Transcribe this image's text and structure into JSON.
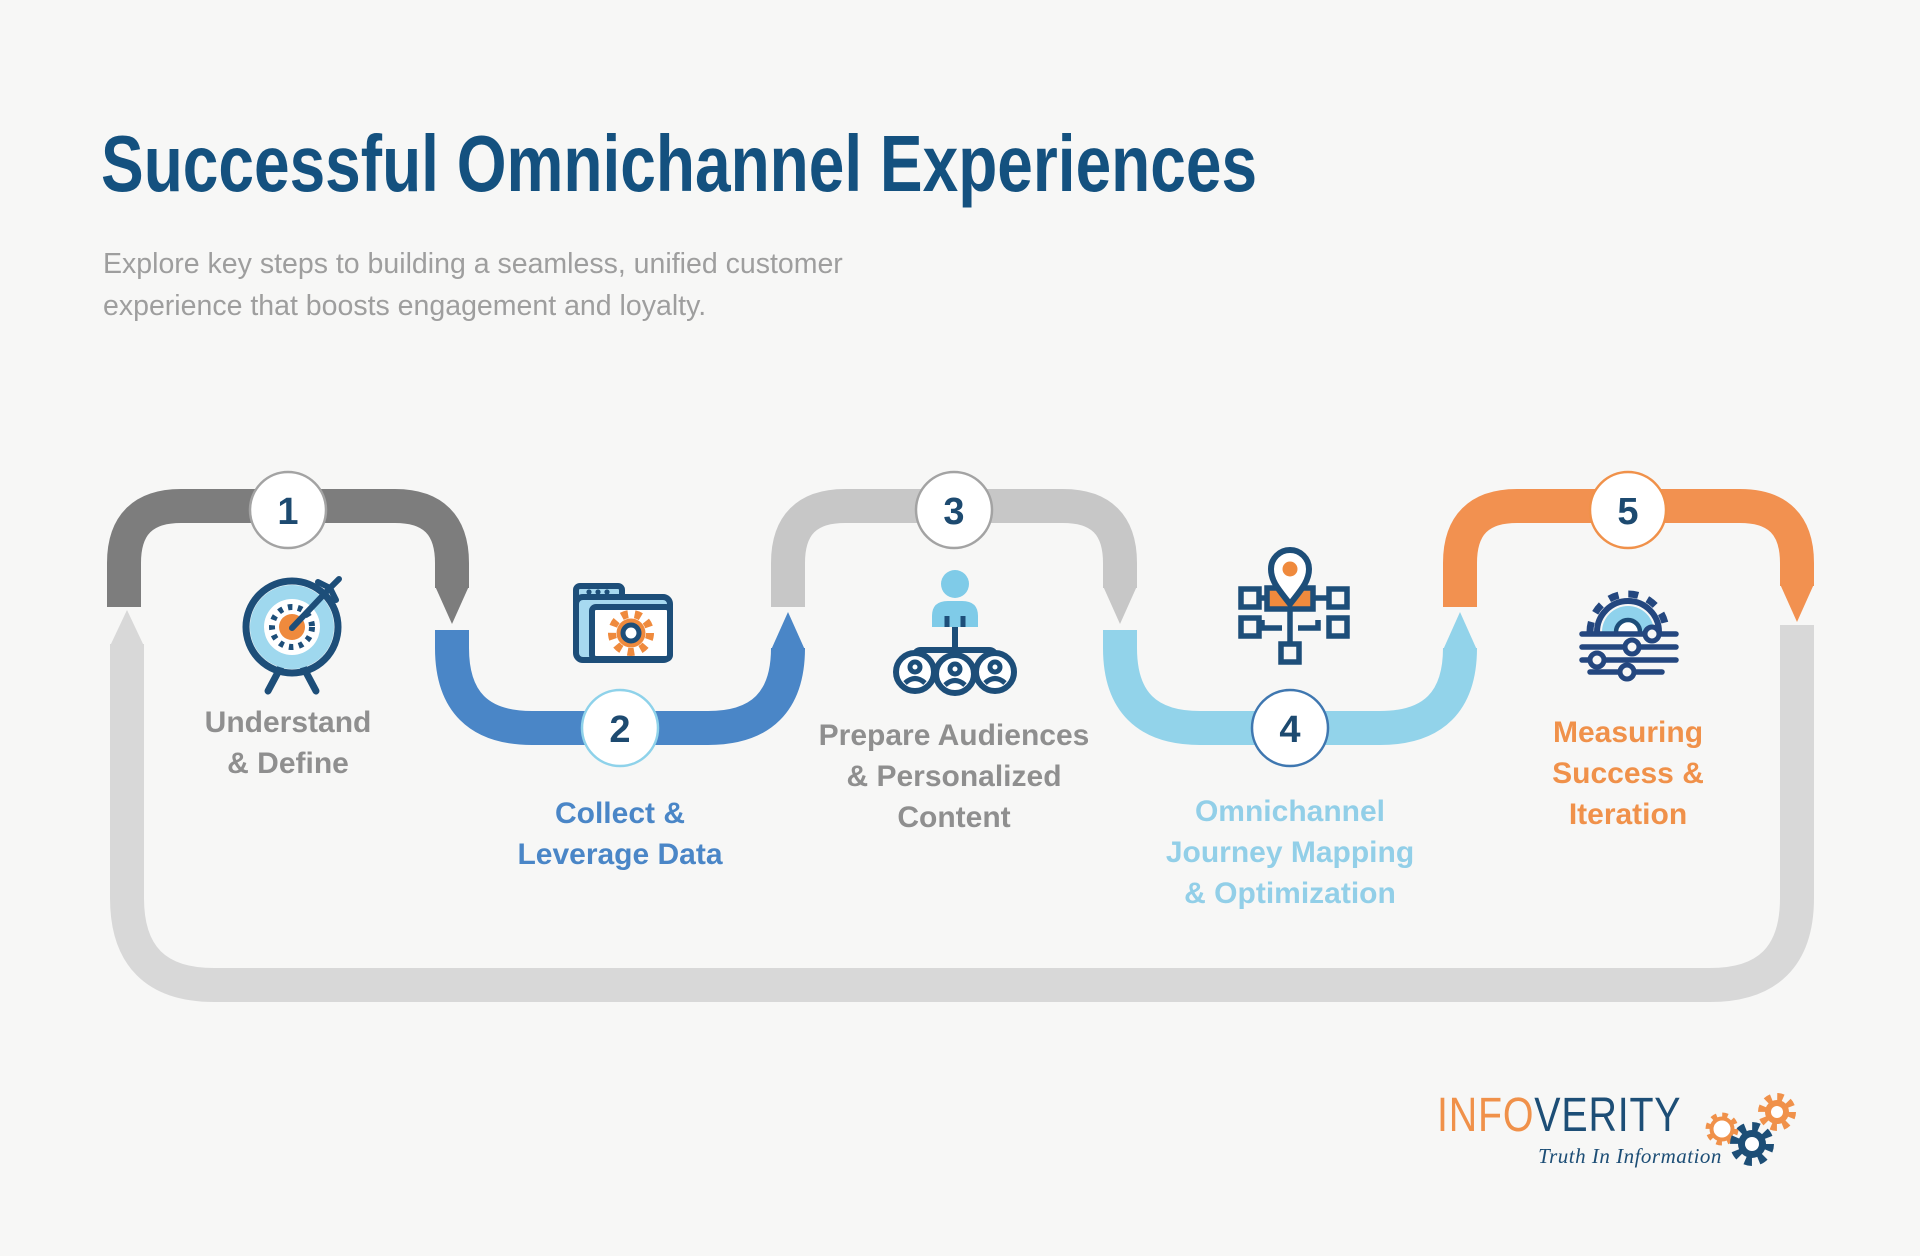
{
  "page": {
    "background_color": "#f7f7f6"
  },
  "header": {
    "title": "Successful Omnichannel Experiences",
    "title_color": "#14517f",
    "subtitle_lines": [
      "Explore key steps to building a seamless, unified customer",
      "experience that boosts engagement and loyalty."
    ],
    "subtitle_color": "#9e9e9e"
  },
  "steps": [
    {
      "number": "1",
      "label_lines": [
        "Understand",
        "& Define"
      ],
      "path_color": "#7d7d7d",
      "label_color": "#8f8f8f",
      "circle_border_color": "#a3a3a3",
      "icon": "target-bullseye-icon"
    },
    {
      "number": "2",
      "label_lines": [
        "Collect &",
        "Leverage Data"
      ],
      "path_color": "#4a86c7",
      "label_color": "#4a86c7",
      "circle_border_color": "#8ed2ea",
      "icon": "folder-gear-icon"
    },
    {
      "number": "3",
      "label_lines": [
        "Prepare Audiences",
        "& Personalized",
        "Content"
      ],
      "path_color": "#c7c7c7",
      "label_color": "#8f8f8f",
      "circle_border_color": "#a3a3a3",
      "icon": "audience-segments-icon"
    },
    {
      "number": "4",
      "label_lines": [
        "Omnichannel",
        "Journey Mapping",
        "& Optimization"
      ],
      "path_color": "#92d3ea",
      "label_color": "#92cfe8",
      "circle_border_color": "#3f77b0",
      "icon": "journey-sitemap-icon"
    },
    {
      "number": "5",
      "label_lines": [
        "Measuring",
        "Success &",
        "Iteration"
      ],
      "path_color": "#f29150",
      "label_color": "#f0914a",
      "circle_border_color": "#f0914a",
      "icon": "gear-sliders-icon"
    }
  ],
  "loop": {
    "color": "#d8d8d8"
  },
  "number_color": "#1d4a70",
  "footer_logo": {
    "brand_part1": "INFO",
    "brand_part2": "VERITY",
    "tagline": "Truth In Information",
    "brand_orange": "#f0914a",
    "brand_navy": "#1d4e76"
  }
}
